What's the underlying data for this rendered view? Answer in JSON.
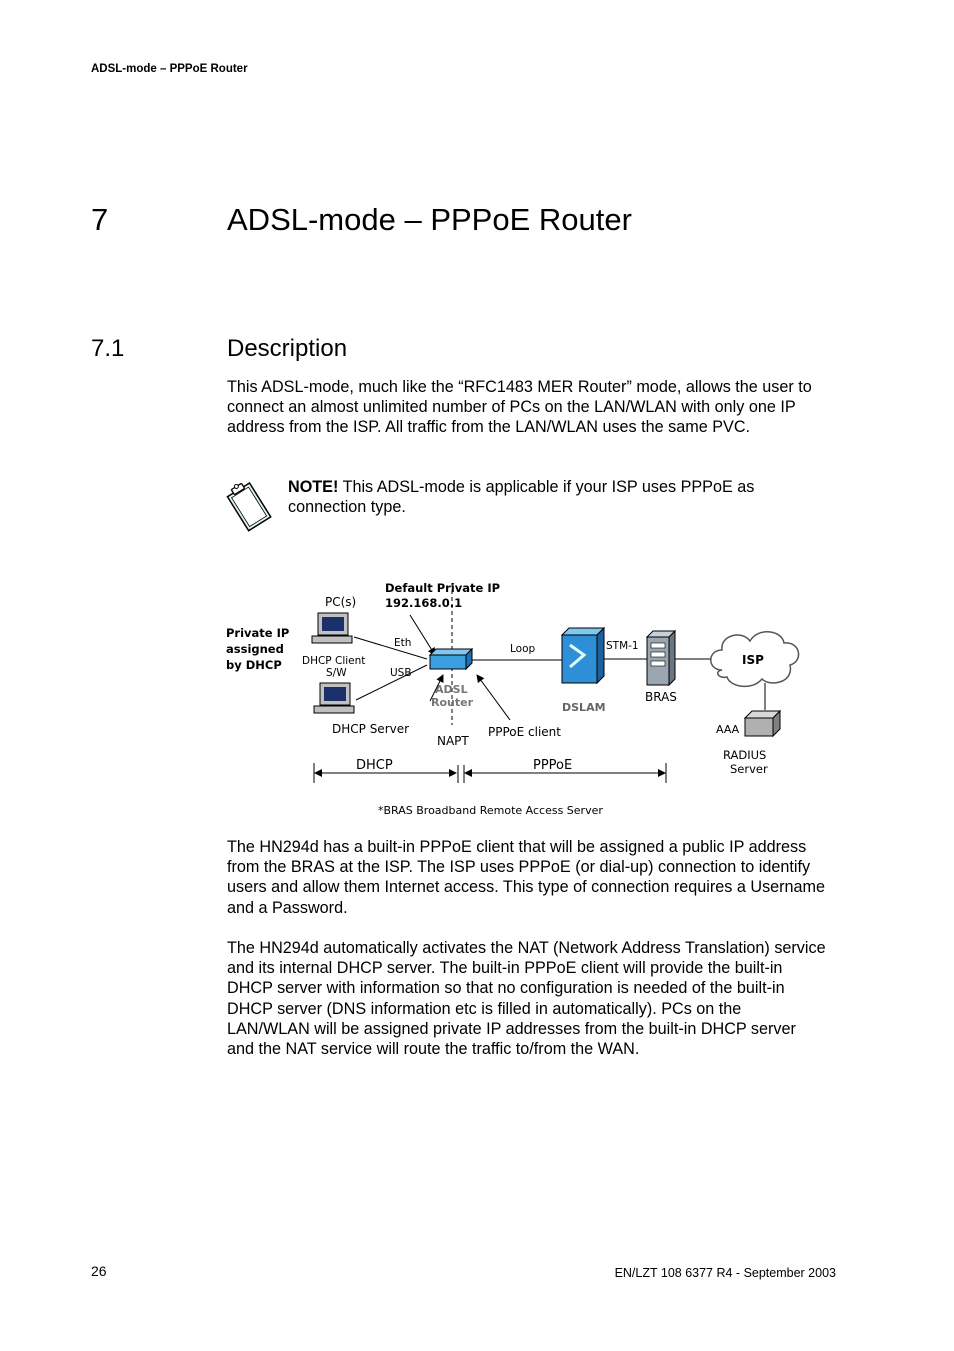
{
  "header": {
    "running_title": "ADSL-mode – PPPoE Router"
  },
  "chapter": {
    "number": "7",
    "title": "ADSL-mode – PPPoE Router"
  },
  "section": {
    "number": "7.1",
    "title": "Description"
  },
  "paragraphs": {
    "intro": "This ADSL-mode, much like the “RFC1483 MER Router” mode, allows the user to connect an almost unlimited number of PCs on the LAN/WLAN with only one IP address from the ISP. All traffic from the LAN/WLAN uses the same PVC.",
    "pppoe": "The HN294d has a built-in PPPoE client that will be assigned a public IP address from the BRAS at the ISP. The ISP uses PPPoE (or dial-up) connection to identify users and allow them Internet access. This type of connection requires a Username and a Password.",
    "nat": "The HN294d automatically activates the NAT (Network Address Translation) service and its internal DHCP server. The built-in PPPoE client will provide the built-in DHCP server with information so that no configuration is needed of the built-in DHCP server (DNS information etc is filled in automatically). PCs on the LAN/WLAN will be assigned private IP addresses from the built-in DHCP server and the NAT service will route the traffic to/from the WAN."
  },
  "note": {
    "icon": "note-clipboard-icon",
    "label": "NOTE!",
    "text": " This ADSL-mode is applicable if your ISP uses PPPoE as connection type."
  },
  "diagram": {
    "pcs": "PC(s)",
    "private_ip_1": "Private IP",
    "private_ip_2": "assigned",
    "private_ip_3": "by DHCP",
    "default_ip_1": "Default Private IP",
    "default_ip_2": "192.168.0.1",
    "eth": "Eth",
    "usb": "USB",
    "dhcp_client_1": "DHCP  Client",
    "dhcp_client_2": "S/W",
    "dhcp_server": "DHCP  Server",
    "router_1": "ADSL",
    "router_2": "Router",
    "napt": "NAPT",
    "pppoe_client": "PPPoE client",
    "loop": "Loop",
    "stm1": "STM-1",
    "dslam": "DSLAM",
    "bras": "BRAS",
    "isp": "ISP",
    "aaa": "AAA",
    "radius_1": "RADIUS",
    "radius_2": "Server",
    "span_dhcp": "DHCP",
    "span_pppoe": "PPPoE",
    "caption": "*BRAS    Broadband Remote Access Server"
  },
  "footer": {
    "page": "26",
    "doc_ref": "EN/LZT 108 6377 R4 - September 2003"
  }
}
